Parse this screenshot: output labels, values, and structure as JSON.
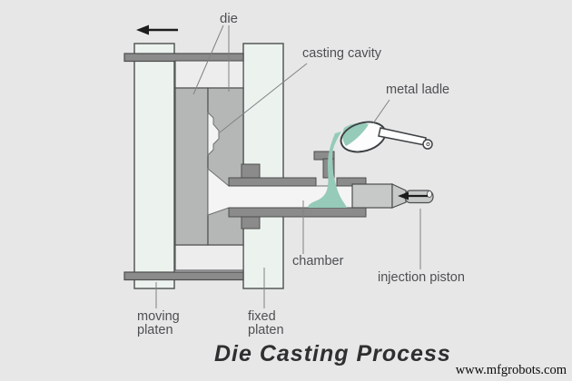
{
  "diagram": {
    "title": "Die Casting Process",
    "watermark": "www.mfgrobots.com",
    "labels": {
      "die": "die",
      "casting_cavity": "casting cavity",
      "metal_ladle": "metal ladle",
      "chamber": "chamber",
      "injection_piston": "injection piston",
      "moving_platen_line1": "moving",
      "moving_platen_line2": "platen",
      "fixed_platen_line1": "fixed",
      "fixed_platen_line2": "platen"
    },
    "colors": {
      "background": "#e7e7e7",
      "platen_fill": "#ecf3ee",
      "die_block_fill": "#b5b7b6",
      "dark_metal_fill": "#8b8b8b",
      "cavity_white": "#f4f4f4",
      "molten_metal_teal": "#95cbb8",
      "piston_fill": "#c7c9c8",
      "ladle_fill": "#fcfdfc",
      "label_text": "#4d4f52",
      "title_text": "#2f2f31",
      "arrow_black": "#1c1c1c"
    }
  }
}
